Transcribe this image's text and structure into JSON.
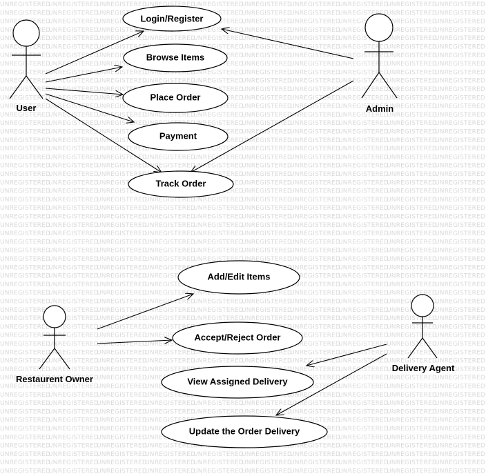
{
  "watermark": "UNREGISTERED",
  "actors": {
    "user": "User",
    "admin": "Admin",
    "restaurant_owner": "Restaurent Owner",
    "delivery_agent": "Delivery Agent"
  },
  "use_cases": {
    "login_register": "Login/Register",
    "browse_items": "Browse Items",
    "place_order": "Place Order",
    "payment": "Payment",
    "track_order": "Track Order",
    "add_edit_items": "Add/Edit Items",
    "accept_reject_order": "Accept/Reject Order",
    "view_assigned_delivery": "View Assigned Delivery",
    "update_order_delivery": "Update the Order Delivery"
  }
}
